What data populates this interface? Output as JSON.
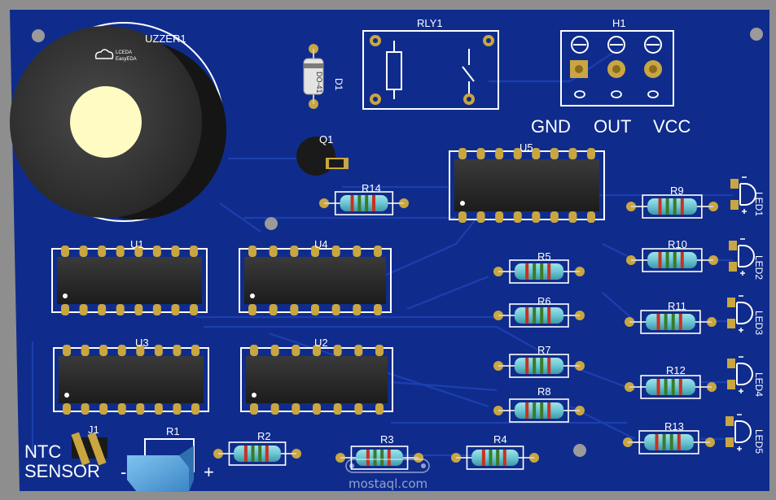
{
  "board": {
    "background": "#8e8e8e",
    "pcb_color": "#0f2c8c",
    "trace_color": "#1c3fb0",
    "chip_color": "#2a2a2a",
    "pad_color": "#c9a640",
    "silk_color": "#ffffff"
  },
  "brand": {
    "line1": "LCEDA",
    "line2": "EasyEDA"
  },
  "labels": {
    "buzzer": "UZZER1",
    "relay": "RLY1",
    "header": "H1",
    "diode": "D1",
    "diode_body": "DO-41",
    "transistor": "Q1",
    "u1": "U1",
    "u2": "U2",
    "u3": "U3",
    "u4": "U4",
    "u5": "U5",
    "j1": "J1",
    "r1": "R1",
    "r2": "R2",
    "r3": "R3",
    "r4": "R4",
    "r5": "R5",
    "r6": "R6",
    "r7": "R7",
    "r8": "R8",
    "r9": "R9",
    "r10": "R10",
    "r11": "R11",
    "r12": "R12",
    "r13": "R13",
    "r14": "R14",
    "led1": "LED1",
    "led2": "LED2",
    "led3": "LED3",
    "led4": "LED4",
    "led5": "LED5",
    "gnd": "GND",
    "out": "OUT",
    "vcc": "VCC",
    "ntc_line1": "NTC",
    "ntc_line2": "SENSOR",
    "minus": "-",
    "plus": "+"
  },
  "watermark": {
    "text": "mostaql.com"
  }
}
